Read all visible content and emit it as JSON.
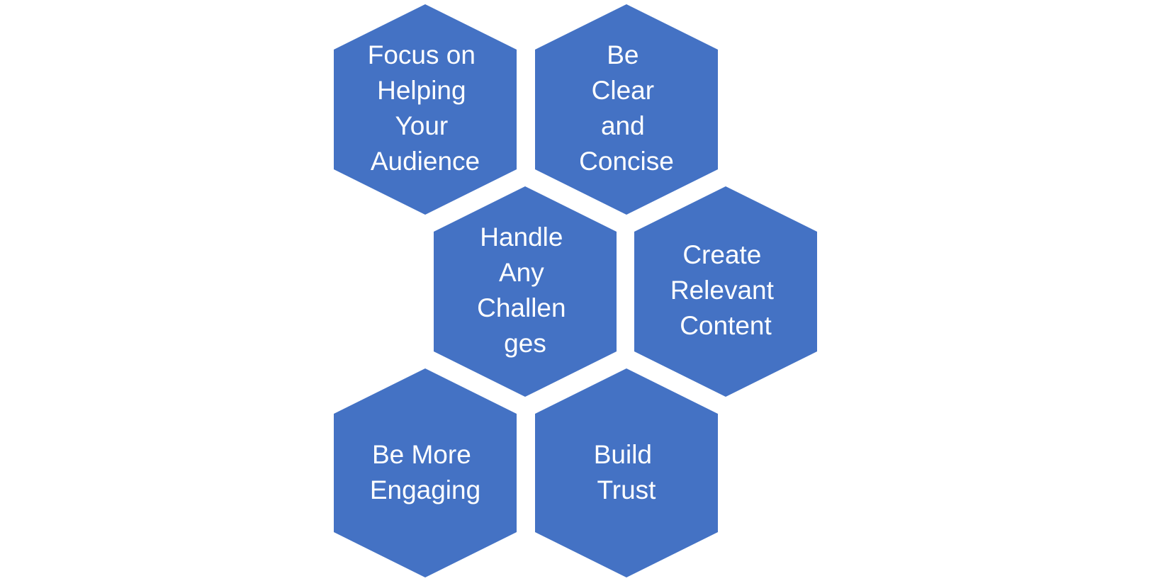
{
  "colors": {
    "hexagon_fill": "#4472C4",
    "text": "#FFFFFF",
    "background": "#FFFFFF"
  },
  "hexagons": [
    {
      "id": "focus-on-helping",
      "lines": [
        "Focus on",
        "Helping",
        "Your",
        "Audience"
      ]
    },
    {
      "id": "be-clear-and-concise",
      "lines": [
        "Be",
        "Clear",
        "and",
        "Concise"
      ]
    },
    {
      "id": "handle-any-challenges",
      "lines": [
        "Handle",
        "Any",
        "Challen",
        "ges"
      ]
    },
    {
      "id": "create-relevant-content",
      "lines": [
        "Create",
        "Relevant",
        "Content"
      ]
    },
    {
      "id": "be-more-engaging",
      "lines": [
        "Be More",
        "Engaging"
      ]
    },
    {
      "id": "build-trust",
      "lines": [
        "Build",
        "Trust"
      ]
    }
  ]
}
